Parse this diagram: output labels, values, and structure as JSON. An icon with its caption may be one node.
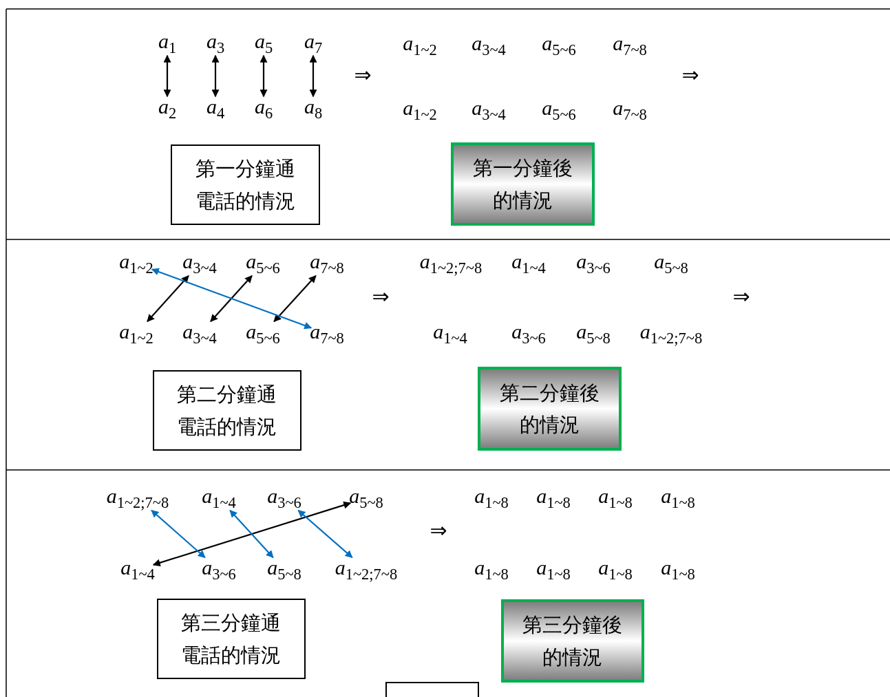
{
  "diagram": {
    "nodes": [
      {
        "text": [
          "*a*$_{1}$"
        ]
      },
      {
        "text": [
          "*a*$_{3}$"
        ]
      },
      {
        "text": [
          "*a*$_{5}$"
        ]
      },
      {
        "text": [
          "*a*$_{7}$"
        ]
      },
      {
        "text": [
          "*a*$_{2}$"
        ]
      },
      {
        "text": [
          "*a*$_{4}$"
        ]
      },
      {
        "text": [
          "*a*$_{6}$"
        ]
      },
      {
        "text": [
          "*a*$_{8}$"
        ]
      },
      {
        "text": [
          "第一分鐘通電話的情況"
        ]
      },
      {
        "text": [
          "第一分鐘後的情況"
        ]
      },
      {
        "text": [
          "*a*$_{1~2}$"
        ]
      },
      {
        "text": [
          "*a*$_{3~4}$"
        ]
      },
      {
        "text": [
          "*a*$_{5~6}$"
        ]
      },
      {
        "text": [
          "*a*$_{7~8}$"
        ]
      },
      {
        "text": [
          "*a*$_{1~2}$"
        ]
      },
      {
        "text": [
          "*a*$_{3~4}$"
        ]
      },
      {
        "text": [
          "*a*$_{5~6}$"
        ]
      },
      {
        "text": [
          "*a*$_{7~8}$"
        ]
      },
      {
        "text": [
          "第二分鐘通電話的情況"
        ]
      },
      {
        "text": [
          "第二分鐘後的情況"
        ]
      },
      {
        "text": [
          "*a*$_{1~2;7~8}$"
        ]
      },
      {
        "text": [
          "*a*$_{1~4}$"
        ]
      },
      {
        "text": [
          "*a*$_{3~6}$"
        ]
      },
      {
        "text": [
          "*a*$_{5~8}$"
        ]
      },
      {
        "text": [
          "*a*$_{1~4}$"
        ]
      },
      {
        "text": [
          "*a*$_{3~6}$"
        ]
      },
      {
        "text": [
          "*a*$_{5~8}$"
        ]
      },
      {
        "text": [
          "*a*$_{1~2;7~8}$"
        ]
      },
      {
        "text": [
          "第三分鐘通電話的情況"
        ]
      },
      {
        "text": [
          "第三分鐘後的情況"
        ]
      },
      {
        "text": [],
        "shape": "box"
      }
    ],
    "edges": [
      {
        "from": 0,
        "to": 4,
        "arrow": "both"
      },
      {
        "from": 1,
        "to": 5,
        "arrow": "both"
      },
      {
        "from": 2,
        "to": 6,
        "arrow": "both"
      },
      {
        "from": 3,
        "to": 7,
        "arrow": "both"
      },
      {
        "from": 11,
        "to": 14,
        "arrow": "both"
      },
      {
        "from": 12,
        "to": 15,
        "arrow": "both"
      },
      {
        "from": 13,
        "to": 16,
        "arrow": "both"
      },
      {
        "from": 10,
        "to": 17,
        "arrow": "both",
        "color": "#0070c0"
      },
      {
        "from": 24,
        "to": 23,
        "arrow": "both"
      },
      {
        "from": 20,
        "to": 25,
        "arrow": "both",
        "color": "#0070c0"
      },
      {
        "from": 21,
        "to": 26,
        "arrow": "both",
        "color": "#0070c0"
      },
      {
        "from": 22,
        "to": 27,
        "arrow": "both",
        "color": "#0070c0"
      }
    ],
    "labels": [
      "*a*$_{1~2}$",
      "*a*$_{3~4}$",
      "*a*$_{5~6}$",
      "*a*$_{7~8}$",
      "⇒",
      "⇒",
      "*a*$_{1~2}$",
      "*a*$_{3~4}$",
      "*a*$_{5~6}$",
      "*a*$_{7~8}$",
      "*a*$_{1~2;7~8}$",
      "*a*$_{1~4}$",
      "*a*$_{3~6}$",
      "*a*$_{5~8}$",
      "⇒",
      "⇒",
      "*a*$_{1~4}$",
      "*a*$_{3~6}$",
      "*a*$_{5~8}$",
      "*a*$_{1~2;7~8}$",
      "*a*$_{1~8}$",
      "*a*$_{1~8}$",
      "*a*$_{1~8}$",
      "*a*$_{1~8}$",
      "⇒",
      "*a*$_{1~8}$",
      "*a*$_{1~8}$",
      "*a*$_{1~8}$",
      "*a*$_{1~8}$"
    ]
  }
}
